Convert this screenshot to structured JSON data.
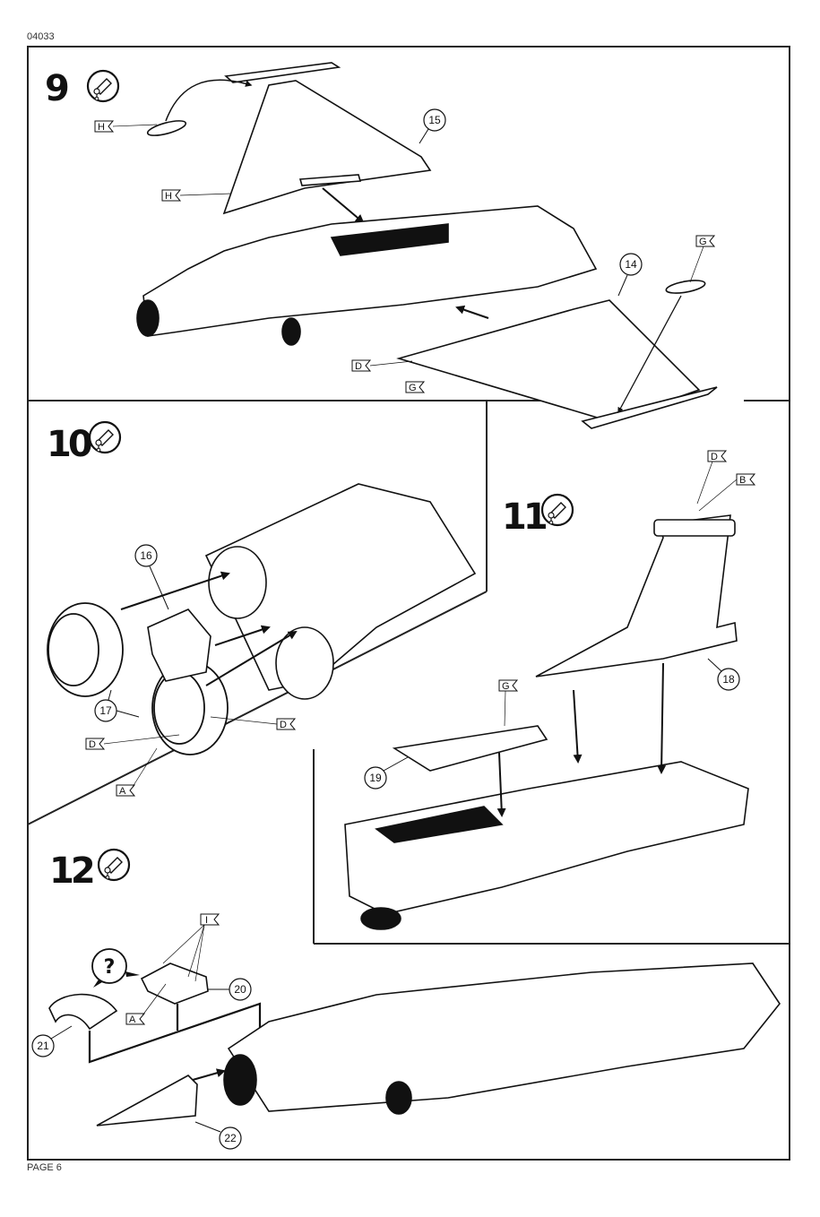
{
  "document": {
    "code": "04033",
    "page_label": "PAGE 6"
  },
  "steps": [
    {
      "number": "9",
      "icon": "glue-tube-icon",
      "callouts": [
        "15",
        "14"
      ],
      "flags": [
        "H",
        "H",
        "D",
        "G",
        "G"
      ]
    },
    {
      "number": "10",
      "icon": "glue-tube-icon",
      "callouts": [
        "16",
        "17"
      ],
      "flags": [
        "D",
        "D",
        "A"
      ]
    },
    {
      "number": "11",
      "icon": "glue-tube-icon",
      "callouts": [
        "18",
        "19"
      ],
      "flags": [
        "D",
        "B",
        "G"
      ]
    },
    {
      "number": "12",
      "icon": "glue-tube-icon",
      "callouts": [
        "20",
        "21",
        "22"
      ],
      "flags": [
        "I",
        "A"
      ],
      "question_mark": "?"
    }
  ]
}
